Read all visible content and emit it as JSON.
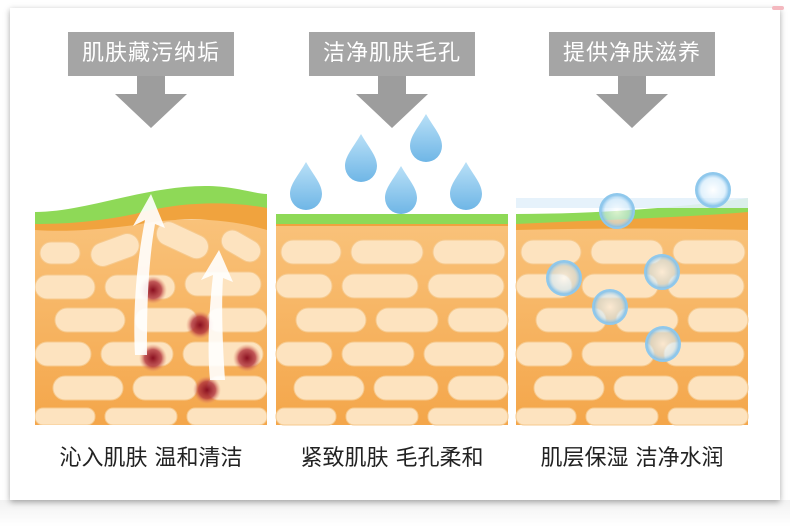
{
  "panels": [
    {
      "label": "肌肤藏污纳垢",
      "caption": "沁入肌肤 温和清洁"
    },
    {
      "label": "洁净肌肤毛孔",
      "caption": "紧致肌肤 毛孔柔和"
    },
    {
      "label": "提供净肤滋养",
      "caption": "肌层保湿 洁净水润"
    }
  ],
  "colors": {
    "label_bg": "#a5a5a5",
    "arrow": "#9d9d9d",
    "skin_top": "#8ed957",
    "skin_fat": "#f6b763",
    "cell": "#fde3bf",
    "dirt": "#a3222b",
    "water": "#8fc8ec"
  }
}
